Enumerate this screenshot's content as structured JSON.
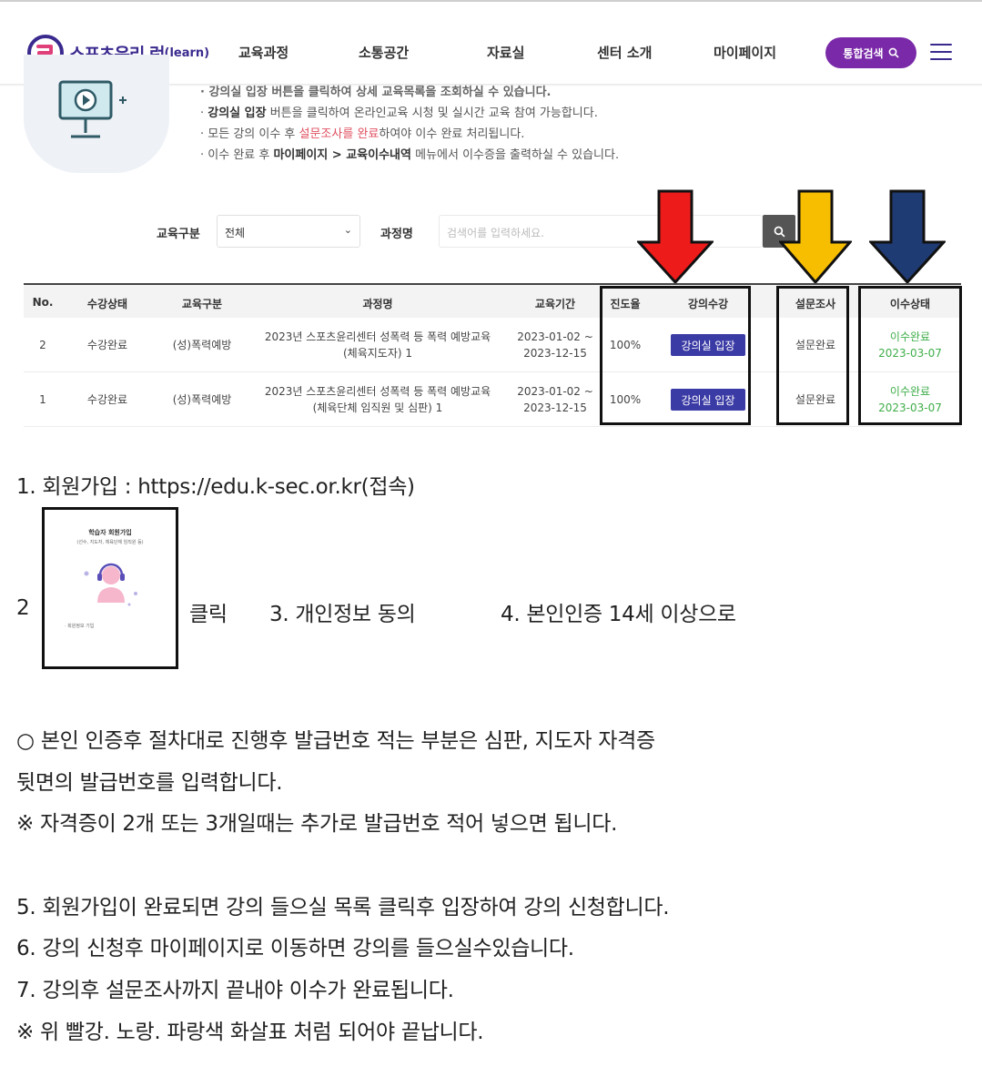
{
  "header": {
    "logo_text": "스포츠윤리 런",
    "logo_sub": "(learn)",
    "nav": [
      "교육과정",
      "소통공간",
      "자료실",
      "센터 소개",
      "마이페이지"
    ],
    "search_label": "통합검색"
  },
  "intro": {
    "line1": "· 강의실 입장 버튼을 클릭하여 상세 교육목록을 조회하실 수 있습니다.",
    "line2_b": "강의실 입장",
    "line2_rest": " 버튼을 클릭하여 온라인교육 시청 및 실시간 교육 참여 가능합니다.",
    "line3_a": "· 모든 강의 이수 후 ",
    "line3_hl": "설문조사를 완료",
    "line3_b": "하여야 이수 완료 처리됩니다.",
    "line4_a": "· 이수 완료 후 ",
    "line4_b": "마이페이지 > 교육이수내역",
    "line4_c": " 메뉴에서 이수증을 출력하실 수 있습니다."
  },
  "filter": {
    "category_label": "교육구분",
    "category_value": "전체",
    "course_label": "과정명",
    "search_placeholder": "검색어를 입력하세요."
  },
  "table": {
    "headers": [
      "No.",
      "수강상태",
      "교육구분",
      "과정명",
      "교육기간",
      "진도율",
      "강의수강",
      "설문조사",
      "이수상태"
    ],
    "rows": [
      {
        "no": "2",
        "status": "수강완료",
        "category": "(성)폭력예방",
        "title1": "2023년 스포츠윤리센터 성폭력 등 폭력 예방교육",
        "title2": "(체육지도자) 1",
        "period1": "2023-01-02 ~",
        "period2": "2023-12-15",
        "progress": "100%",
        "button": "강의실 입장",
        "survey": "설문완료",
        "complete": "이수완료",
        "complete_date": "2023-03-07"
      },
      {
        "no": "1",
        "status": "수강완료",
        "category": "(성)폭력예방",
        "title1": "2023년 스포츠윤리센터 성폭력 등 폭력 예방교육",
        "title2": "(체육단체 임직원 및 심판) 1",
        "period1": "2023-01-02 ~",
        "period2": "2023-12-15",
        "progress": "100%",
        "button": "강의실 입장",
        "survey": "설문완료",
        "complete": "이수완료",
        "complete_date": "2023-03-07"
      }
    ]
  },
  "arrows": {
    "red": "#ee1b1b",
    "yellow": "#f7be00",
    "blue": "#1f3b73"
  },
  "instructions": {
    "step1": "1. 회원가입 : https://edu.k-sec.or.kr(접속)",
    "step2_num": "2",
    "thumb_title": "학습자 회원가입",
    "thumb_sub": "(선수, 지도자, 체육단체 임직원 등)",
    "thumb_foot": "· 회원정보 기입",
    "step2_click": "클릭",
    "step3": "3. 개인정보 동의",
    "step4": "4. 본인인증 14세 이상으로",
    "note1": "○ 본인 인증후 절차대로 진행후 발급번호 적는 부분은 심판, 지도자 자격증",
    "note2": "뒷면의 발급번호를 입력합니다.",
    "note3": "※ 자격증이 2개 또는 3개일때는 추가로 발급번호 적어 넣으면 됩니다.",
    "step5": "5. 회원가입이 완료되면 강의 들으실 목록 클릭후 입장하여 강의 신청합니다.",
    "step6": "6. 강의 신청후 마이페이지로 이동하면 강의를 들으실수있습니다.",
    "step7": "7. 강의후 설문조사까지 끝내야 이수가 완료됩니다.",
    "note4": "※ 위 빨강. 노랑. 파랑색 화살표 처럼 되어야 끝납니다."
  }
}
